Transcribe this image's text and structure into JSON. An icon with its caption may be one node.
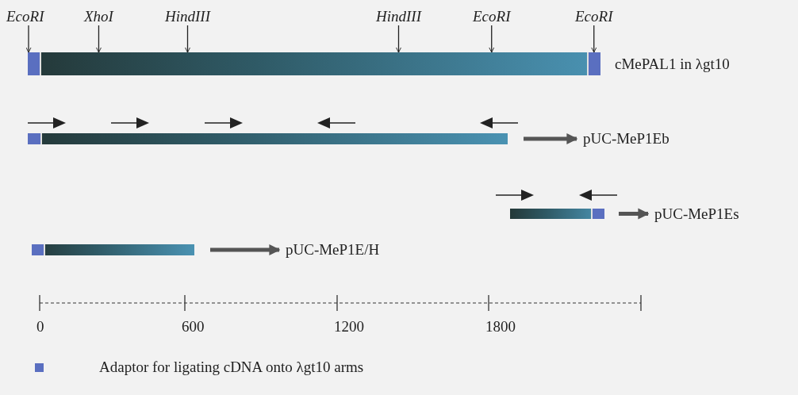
{
  "diagram": {
    "nodes": [
      {
        "text": [
          "EcoRI"
        ]
      },
      {
        "text": [
          "XhoI"
        ]
      },
      {
        "text": [
          "HindIII"
        ]
      },
      {
        "text": [
          "HindIII"
        ]
      },
      {
        "text": [
          "EcoRI"
        ]
      },
      {
        "text": [
          "EcoRI"
        ]
      },
      {
        "text": [],
        "shape": "bar",
        "beside": [
          "cMePAL1 in λgt10"
        ]
      },
      {
        "text": [],
        "shape": "bar"
      },
      {
        "text": [
          "pUC-MeP1Eb"
        ]
      },
      {
        "text": [],
        "shape": "bar"
      },
      {
        "text": [
          "pUC-MeP1Es"
        ]
      },
      {
        "text": [],
        "shape": "bar"
      },
      {
        "text": [
          "pUC-MeP1E/H"
        ]
      }
    ],
    "edges": [
      {
        "from": 0,
        "to": 6,
        "arrow": "to"
      },
      {
        "from": 1,
        "to": 6,
        "arrow": "to"
      },
      {
        "from": 2,
        "to": 6,
        "arrow": "to"
      },
      {
        "from": 3,
        "to": 6,
        "arrow": "to"
      },
      {
        "from": 4,
        "to": 6,
        "arrow": "to"
      },
      {
        "from": 5,
        "to": 6,
        "arrow": "to"
      },
      {
        "from": 7,
        "to": 8,
        "arrow": "to",
        "style": "thick",
        "color": "#555555"
      },
      {
        "from": 9,
        "to": 10,
        "arrow": "to",
        "style": "thick",
        "color": "#555555"
      },
      {
        "from": 11,
        "to": 12,
        "arrow": "to",
        "style": "thick",
        "color": "#555555"
      }
    ],
    "labels": [
      "0",
      "600",
      "1200",
      "1800"
    ],
    "legend": [
      {
        "text": "Adaptor for ligating cDNA onto λgt10 arms",
        "color": "#5a6fc0"
      }
    ]
  }
}
